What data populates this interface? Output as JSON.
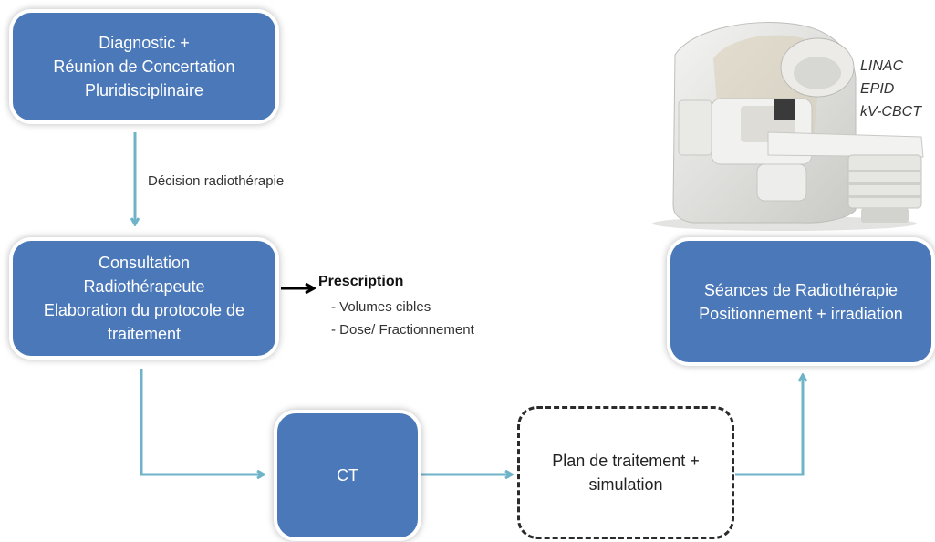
{
  "boxes": {
    "diagnostic": [
      "Diagnostic +",
      "Réunion de Concertation",
      "Pluridisciplinaire"
    ],
    "consultation": [
      "Consultation",
      "Radiothérapeute",
      "Elaboration du protocole de",
      "traitement"
    ],
    "ct": [
      "CT"
    ],
    "plan": [
      "Plan de traitement +",
      "simulation"
    ],
    "seances": [
      "Séances de Radiothérapie",
      "Positionnement + irradiation"
    ]
  },
  "edge_labels": {
    "decision": "Décision radiothérapie"
  },
  "prescription": {
    "title": "Prescription",
    "items": [
      "- Volumes cibles",
      "- Dose/ Fractionnement"
    ]
  },
  "machine_labels": [
    "LINAC",
    "EPID",
    "kV-CBCT"
  ],
  "colors": {
    "box_fill": "#4a78b8",
    "arrow": "#6fb3c9",
    "dashed_border": "#2b2b2b"
  }
}
